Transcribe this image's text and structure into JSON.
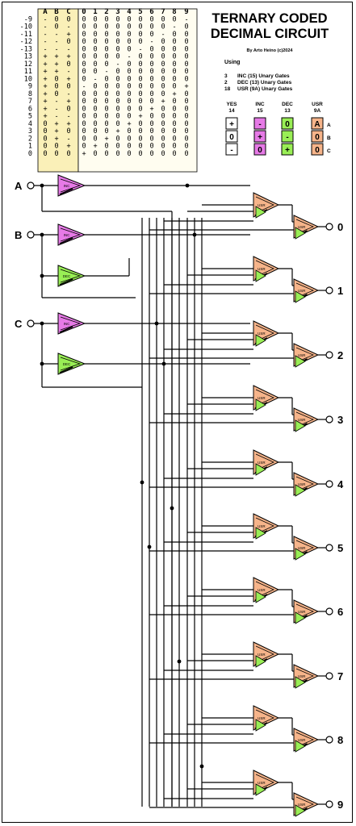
{
  "title": {
    "line1": "TERNARY CODED",
    "line2": "DECIMAL CIRCUIT",
    "credit": "By Arto Heino (c)2024"
  },
  "using": {
    "label": "Using",
    "lines": [
      {
        "count": "3",
        "text": "INC (15) Unary Gates"
      },
      {
        "count": "2",
        "text": "DEC (13) Unary Gates"
      },
      {
        "count": "18",
        "text": "USR (9A) Unary Gates"
      }
    ]
  },
  "legend": {
    "columns": [
      {
        "name": "YES",
        "code": "14",
        "values": [
          "+",
          "0",
          "-"
        ],
        "color": "#ffffff"
      },
      {
        "name": "INC",
        "code": "15",
        "values": [
          "-",
          "+",
          "0"
        ],
        "color": "#e67ae6"
      },
      {
        "name": "DEC",
        "code": "13",
        "values": [
          "0",
          "-",
          "+"
        ],
        "color": "#99ee55"
      },
      {
        "name": "USR",
        "code": "9A",
        "values": [
          "A",
          "0",
          "0"
        ],
        "color": "#f6b48a"
      }
    ],
    "row_labels": [
      "A",
      "B",
      "C"
    ]
  },
  "truth_table": {
    "input_headers": [
      "A",
      "B",
      "C"
    ],
    "output_headers": [
      "0",
      "1",
      "2",
      "3",
      "4",
      "5",
      "6",
      "7",
      "8",
      "9"
    ],
    "rows": [
      {
        "value": "-9",
        "abc": [
          "-",
          "0",
          "0"
        ],
        "outputs": [
          "0",
          "0",
          "0",
          "0",
          "0",
          "0",
          "0",
          "0",
          "0",
          "-"
        ]
      },
      {
        "value": "-10",
        "abc": [
          "-",
          "0",
          "-"
        ],
        "outputs": [
          "0",
          "0",
          "0",
          "0",
          "0",
          "0",
          "0",
          "0",
          "-",
          "0"
        ]
      },
      {
        "value": "-11",
        "abc": [
          "-",
          "-",
          "+"
        ],
        "outputs": [
          "0",
          "0",
          "0",
          "0",
          "0",
          "0",
          "0",
          "-",
          "0",
          "0"
        ]
      },
      {
        "value": "-12",
        "abc": [
          "-",
          "-",
          "0"
        ],
        "outputs": [
          "0",
          "0",
          "0",
          "0",
          "0",
          "0",
          "-",
          "0",
          "0",
          "0"
        ]
      },
      {
        "value": "-13",
        "abc": [
          "-",
          "-",
          "-"
        ],
        "outputs": [
          "0",
          "0",
          "0",
          "0",
          "0",
          "-",
          "0",
          "0",
          "0",
          "0"
        ]
      },
      {
        "value": "13",
        "abc": [
          "+",
          "+",
          "+"
        ],
        "outputs": [
          "0",
          "0",
          "0",
          "0",
          "-",
          "0",
          "0",
          "0",
          "0",
          "0"
        ]
      },
      {
        "value": "12",
        "abc": [
          "+",
          "+",
          "0"
        ],
        "outputs": [
          "0",
          "0",
          "0",
          "-",
          "0",
          "0",
          "0",
          "0",
          "0",
          "0"
        ]
      },
      {
        "value": "11",
        "abc": [
          "+",
          "+",
          "-"
        ],
        "outputs": [
          "0",
          "0",
          "-",
          "0",
          "0",
          "0",
          "0",
          "0",
          "0",
          "0"
        ]
      },
      {
        "value": "10",
        "abc": [
          "+",
          "0",
          "+"
        ],
        "outputs": [
          "0",
          "-",
          "0",
          "0",
          "0",
          "0",
          "0",
          "0",
          "0",
          "0"
        ]
      },
      {
        "value": "9",
        "abc": [
          "+",
          "0",
          "0"
        ],
        "outputs": [
          "-",
          "0",
          "0",
          "0",
          "0",
          "0",
          "0",
          "0",
          "0",
          "+"
        ]
      },
      {
        "value": "8",
        "abc": [
          "+",
          "0",
          "-"
        ],
        "outputs": [
          "0",
          "0",
          "0",
          "0",
          "0",
          "0",
          "0",
          "0",
          "+",
          "0"
        ]
      },
      {
        "value": "7",
        "abc": [
          "+",
          "-",
          "+"
        ],
        "outputs": [
          "0",
          "0",
          "0",
          "0",
          "0",
          "0",
          "0",
          "+",
          "0",
          "0"
        ]
      },
      {
        "value": "6",
        "abc": [
          "+",
          "-",
          "0"
        ],
        "outputs": [
          "0",
          "0",
          "0",
          "0",
          "0",
          "0",
          "+",
          "0",
          "0",
          "0"
        ]
      },
      {
        "value": "5",
        "abc": [
          "+",
          "-",
          "-"
        ],
        "outputs": [
          "0",
          "0",
          "0",
          "0",
          "0",
          "+",
          "0",
          "0",
          "0",
          "0"
        ]
      },
      {
        "value": "4",
        "abc": [
          "0",
          "+",
          "+"
        ],
        "outputs": [
          "0",
          "0",
          "0",
          "0",
          "+",
          "0",
          "0",
          "0",
          "0",
          "0"
        ]
      },
      {
        "value": "3",
        "abc": [
          "0",
          "+",
          "0"
        ],
        "outputs": [
          "0",
          "0",
          "0",
          "+",
          "0",
          "0",
          "0",
          "0",
          "0",
          "0"
        ]
      },
      {
        "value": "2",
        "abc": [
          "0",
          "+",
          "-"
        ],
        "outputs": [
          "0",
          "0",
          "+",
          "0",
          "0",
          "0",
          "0",
          "0",
          "0",
          "0"
        ]
      },
      {
        "value": "1",
        "abc": [
          "0",
          "0",
          "+"
        ],
        "outputs": [
          "0",
          "+",
          "0",
          "0",
          "0",
          "0",
          "0",
          "0",
          "0",
          "0"
        ]
      },
      {
        "value": "0",
        "abc": [
          "0",
          "0",
          "0"
        ],
        "outputs": [
          "+",
          "0",
          "0",
          "0",
          "0",
          "0",
          "0",
          "0",
          "0",
          "0"
        ]
      }
    ]
  },
  "circuit": {
    "inputs": [
      "A",
      "B",
      "C"
    ],
    "outputs": [
      "0",
      "1",
      "2",
      "3",
      "4",
      "5",
      "6",
      "7",
      "8",
      "9"
    ],
    "gate_labels": {
      "inc": "INC",
      "dec": "DEC",
      "usr": "USR"
    },
    "colors": {
      "inc": "#e67ae6",
      "dec": "#99ee55",
      "usr": "#f6b48a",
      "table": "#faf0b8",
      "wire": "#000000"
    }
  }
}
